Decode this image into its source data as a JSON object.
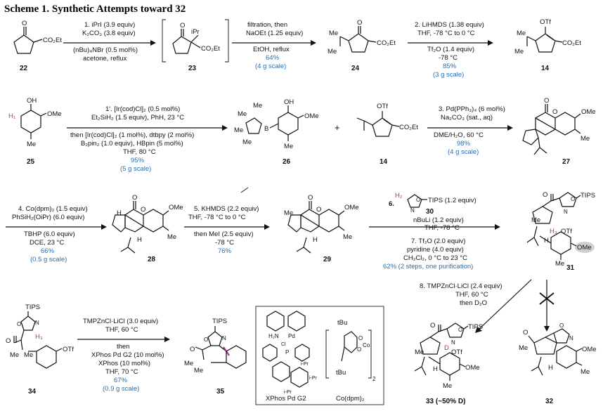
{
  "title": "Scheme 1. Synthetic Attempts toward 32",
  "compounds": {
    "c22": "22",
    "c23": "23",
    "c24": "24",
    "c14": "14",
    "c25": "25",
    "c26": "26",
    "c14b": "14",
    "c27": "27",
    "c28": "28",
    "c29": "29",
    "c30": "30",
    "c31": "31",
    "c34": "34",
    "c35": "35",
    "c33": "33 (~50% D)",
    "c32": "32"
  },
  "atoms": {
    "O": "O",
    "OH": "OH",
    "OMe": "OMe",
    "OTf": "OTf",
    "Me": "Me",
    "CO2Et": "CO₂Et",
    "iPr": "iPr",
    "H": "H",
    "H1": "H₁",
    "H2": "H₂",
    "H3": "H₃",
    "D": "D",
    "N": "N",
    "TIPS": "TIPS",
    "B": "B",
    "tBu": "tBu",
    "Co": "Co",
    "Pd": "Pd",
    "P": "P",
    "Cl": "Cl",
    "H2N": "H₂N",
    "iPr2": "i-Pr",
    "two": "2"
  },
  "step1": {
    "l1": "1. iPrI (3.9 equiv)",
    "l2": "K₂CO₃ (3.8 equiv)",
    "l3": "(nBu)₄NBr (0.5 mol%)",
    "l4": "acetone, reflux"
  },
  "stepA": {
    "l1": "filtration, then",
    "l2": "NaOEt (1.25 equiv)",
    "l3": "EtOH, reflux",
    "y1": "64%",
    "y2": "(4 g scale)"
  },
  "step2": {
    "l1": "2. LiHMDS (1.38 equiv)",
    "l2": "THF, -78 °C to 0 °C",
    "l3": "Tf₂O (1.4 equiv)",
    "l4": "-78 °C",
    "y1": "85%",
    "y2": "(3 g scale)"
  },
  "step1p": {
    "l1": "1′. [Ir(cod)Cl]₂ (0.5 mol%)",
    "l2": "Et₂SiH₂ (1.5 equiv), PhH, 23 °C",
    "l3": "then [Ir(cod)Cl]₂ (1 mol%), dtbpy (2 mol%)",
    "l4": "B₂pin₂ (1.0 equiv), HBpin (5 mol%)",
    "l5": "THF, 80 °C",
    "y1": "95%",
    "y2": "(5 g scale)"
  },
  "plus": "+",
  "step3": {
    "l1": "3. Pd(PPh₃)₄ (6 mol%)",
    "l2": "Na₂CO₃ (sat., aq)",
    "l3": "DME/H₂O, 60 °C",
    "y1": "98%",
    "y2": "(4 g scale)"
  },
  "step4": {
    "l1": "4. Co(dpm)₂ (1.5 equiv)",
    "l2": "PhSiH₂(OiPr) (6.0 equiv)",
    "l3": "TBHP (6.0 equiv)",
    "l4": "DCE, 23 °C",
    "y1": "66%",
    "y2": "(0.5 g scale)"
  },
  "step5": {
    "l1": "5. KHMDS (2.2 equiv)",
    "l2": "THF, -78 °C to 0 °C",
    "l3": "then MeI (2.5 equiv)",
    "l4": "-78 °C",
    "y1": "76%"
  },
  "step6": {
    "n6": "6.",
    "r1": "TIPS (1.2 equiv)",
    "l2": "nBuLi (1.2 equiv)",
    "l3": "THF, -78 °C",
    "l4": "7. Tf₂O (2.0 equiv)",
    "l5": "pyridine (4.0 equiv)",
    "l6": "CH₂Cl₂, 0 °C to 23 °C",
    "y1": "62% (2 steps, one purification)"
  },
  "step8": {
    "l1": "8. TMPZnCl·LiCl (2.4 equiv)",
    "l2": "THF, 60 °C",
    "l3": "then D₂O"
  },
  "stepB": {
    "l1": "TMPZnCl·LiCl (3.0 equiv)",
    "l2": "THF, 60 °C",
    "l3": "then",
    "l4": "XPhos Pd G2 (10 mol%)",
    "l5": "XPhos (10 mol%)",
    "l6": "THF, 70 °C",
    "y1": "67%",
    "y2": "(0.9 g scale)"
  },
  "box": {
    "xphos": "XPhos Pd G2",
    "codpm": "Co(dpm)₂"
  }
}
